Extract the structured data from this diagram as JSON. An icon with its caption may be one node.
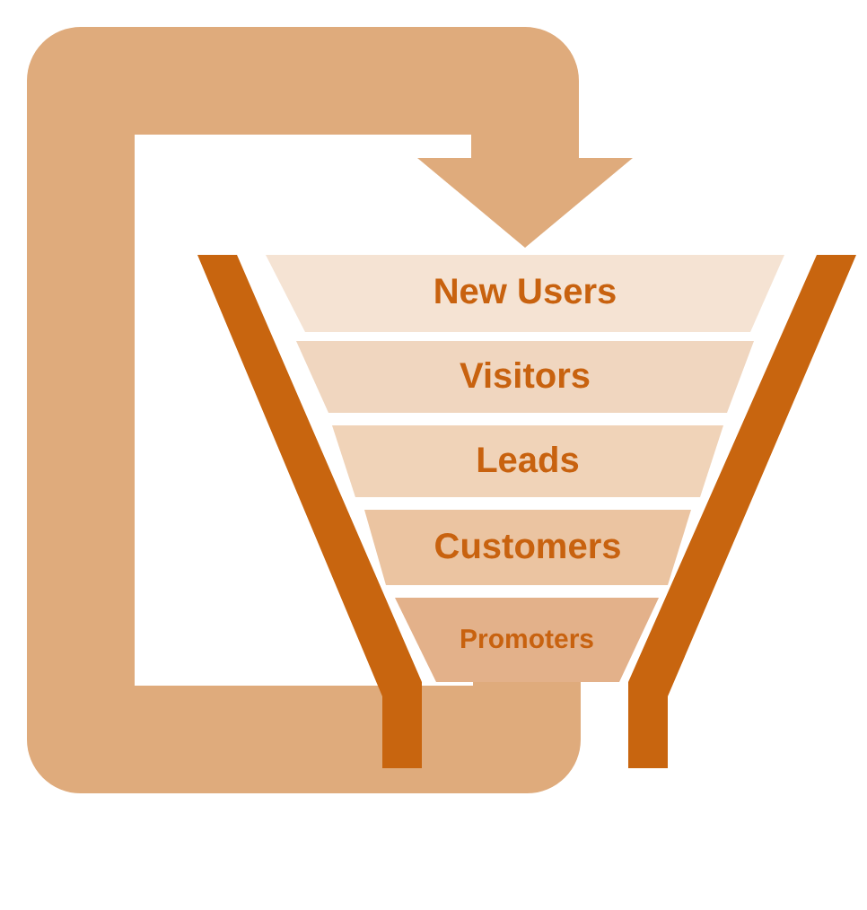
{
  "diagram": {
    "nodes": [
      {
        "text": [
          "New Users"
        ]
      },
      {
        "text": [
          "Visitors"
        ]
      },
      {
        "text": [
          "Leads"
        ]
      },
      {
        "text": [
          "Customers"
        ]
      },
      {
        "text": [
          "Promoters"
        ]
      }
    ],
    "edges": [
      {
        "from": 4,
        "to": 0,
        "arrow": "to"
      }
    ]
  }
}
